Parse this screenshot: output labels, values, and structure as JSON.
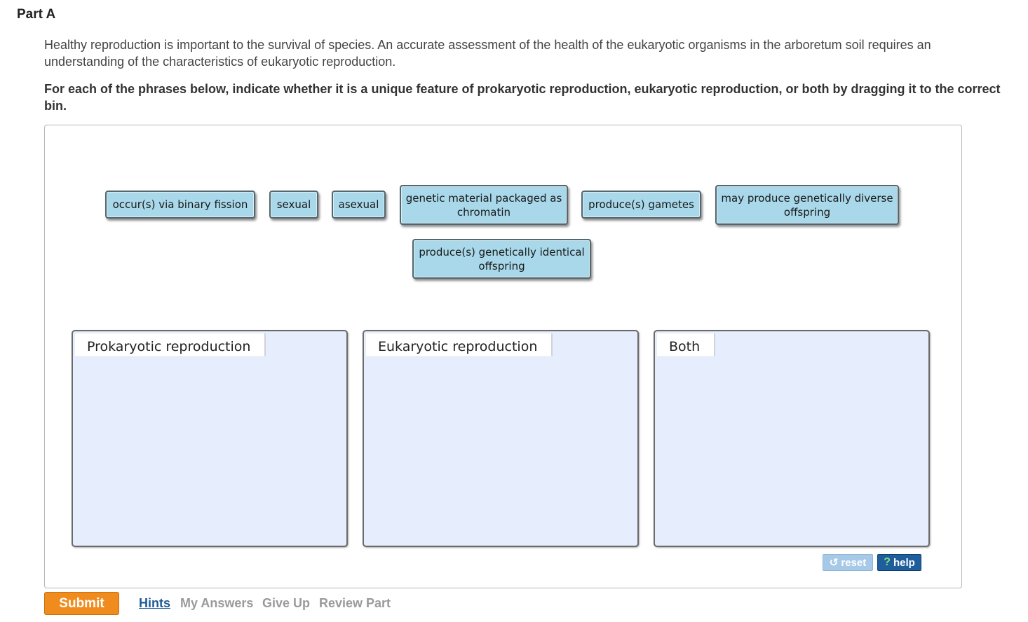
{
  "part": {
    "title": "Part A"
  },
  "intro": "Healthy reproduction is important to the survival of species. An accurate assessment of the health of the eukaryotic organisms in the arboretum soil requires an understanding of the characteristics of eukaryotic reproduction.",
  "instruction": "For each of the phrases below, indicate whether it is a unique feature of prokaryotic reproduction, eukaryotic reproduction, or both by dragging it to the correct bin.",
  "tiles": [
    "occur(s) via binary fission",
    "sexual",
    "asexual",
    "genetic material packaged as chromatin",
    "produce(s) gametes",
    "may produce genetically diverse offspring",
    "produce(s) genetically identical offspring"
  ],
  "bins": [
    {
      "label": "Prokaryotic reproduction"
    },
    {
      "label": "Eukaryotic reproduction"
    },
    {
      "label": "Both"
    }
  ],
  "tools": {
    "reset_icon": "undo-arrow-icon",
    "reset_label": "reset",
    "help_icon": "question-mark-icon",
    "help_label": "help"
  },
  "footer": {
    "submit_label": "Submit",
    "hints_label": "Hints",
    "my_answers_label": "My Answers",
    "give_up_label": "Give Up",
    "review_part_label": "Review Part"
  },
  "colors": {
    "tile_bg": "#a8d8ea",
    "bin_bg": "#e6edfc",
    "submit_bg": "#f08c1e",
    "help_bg": "#1f5e9c",
    "reset_bg": "#a6c9e7",
    "hints_link": "#1e5a96"
  }
}
